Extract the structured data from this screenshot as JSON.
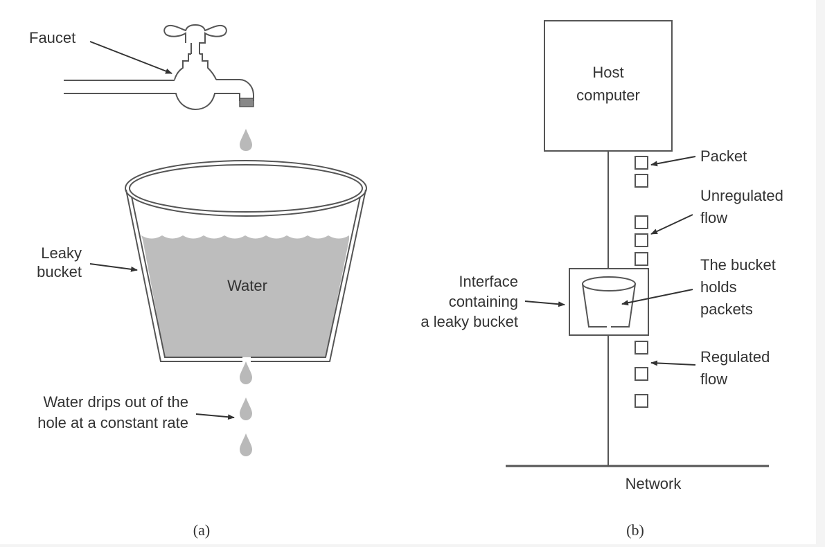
{
  "figure": {
    "panel_a": {
      "caption": "(a)",
      "labels": {
        "faucet": "Faucet",
        "leaky_bucket_line1": "Leaky",
        "leaky_bucket_line2": "bucket",
        "water": "Water",
        "drips_line1": "Water drips out of the",
        "drips_line2": "hole at a constant rate"
      },
      "colors": {
        "water": "#bdbdbd",
        "outline": "#555555"
      }
    },
    "panel_b": {
      "caption": "(b)",
      "labels": {
        "host_line1": "Host",
        "host_line2": "computer",
        "packet": "Packet",
        "unregulated_line1": "Unregulated",
        "unregulated_line2": "flow",
        "bucket_holds_line1": "The bucket",
        "bucket_holds_line2": "holds",
        "bucket_holds_line3": "packets",
        "interface_line1": "Interface",
        "interface_line2": "containing",
        "interface_line3": "a leaky bucket",
        "regulated_line1": "Regulated",
        "regulated_line2": "flow",
        "network": "Network"
      },
      "unregulated_packet_count": 5,
      "regulated_packet_count": 3
    }
  }
}
